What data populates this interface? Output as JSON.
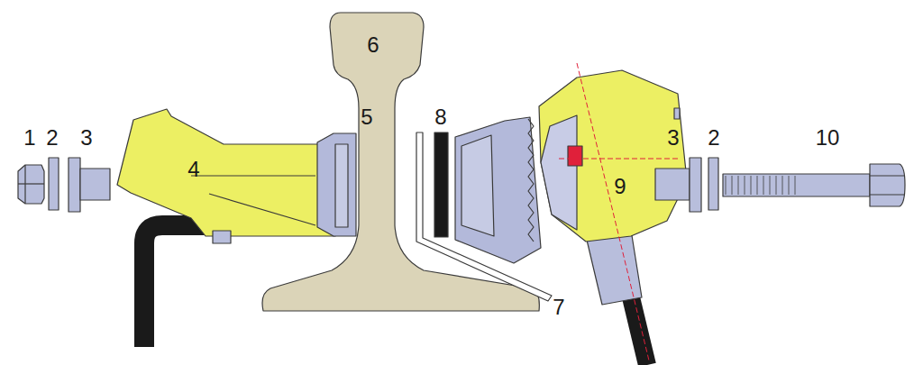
{
  "diagram": {
    "labels": [
      "1",
      "2",
      "3",
      "4",
      "5",
      "6",
      "8",
      "9",
      "3",
      "2",
      "10",
      "7"
    ]
  }
}
